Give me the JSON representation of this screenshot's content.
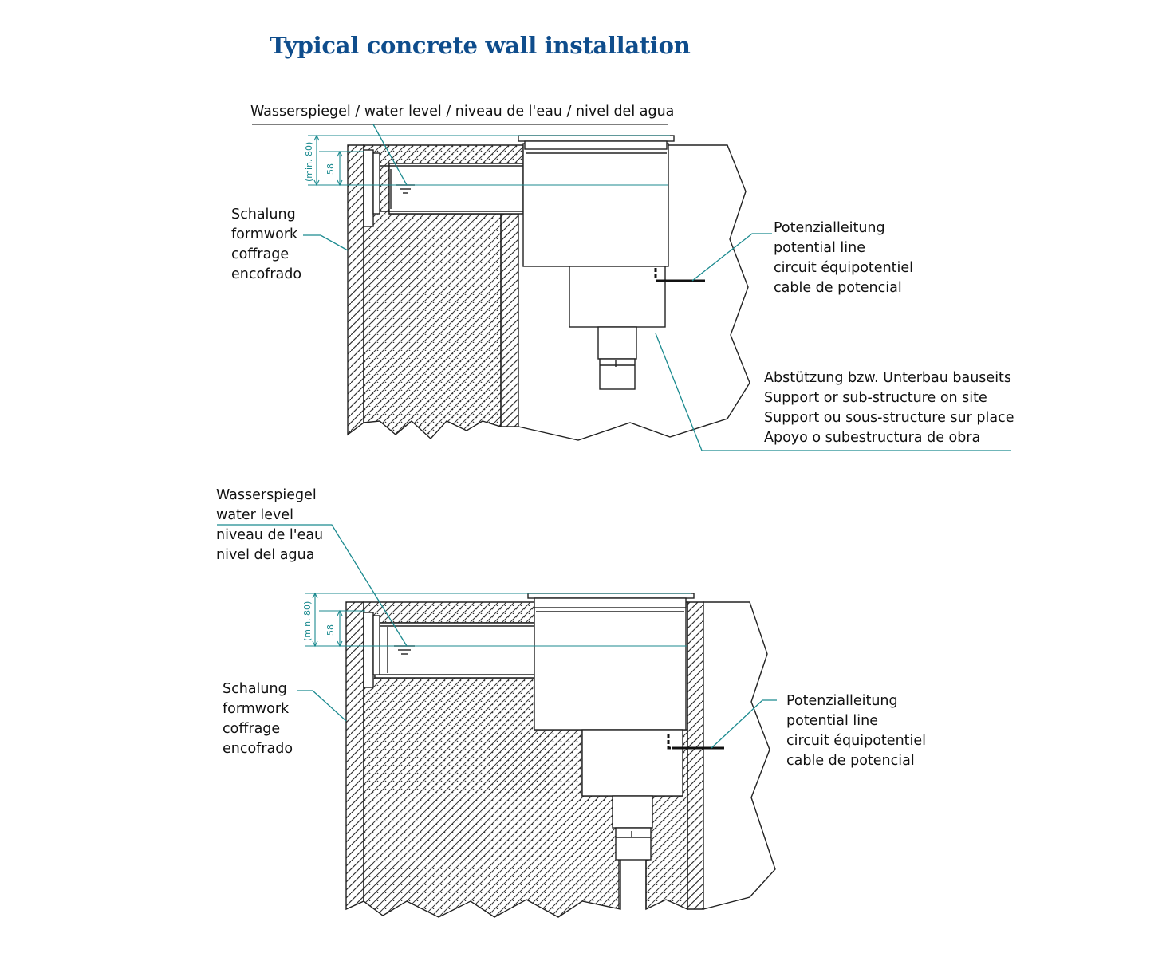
{
  "title": "Typical concrete wall installation",
  "diagram1": {
    "water_level_label": "Wasserspiegel / water level / niveau de l'eau  / nivel del agua",
    "dim_min80": "(min. 80)",
    "dim_58": "58",
    "formwork": [
      "Schalung",
      "formwork",
      "coffrage",
      "encofrado"
    ],
    "potential_line": [
      "Potenzialleitung",
      "potential line",
      "circuit équipotentiel",
      "cable de potencial"
    ],
    "support": [
      "Abstützung bzw. Unterbau bauseits",
      "Support or sub-structure on site",
      "Support ou sous-structure sur place",
      "Apoyo o subestructura de obra"
    ]
  },
  "diagram2": {
    "water_level": [
      "Wasserspiegel",
      "water level",
      "niveau de l'eau",
      "nivel del agua"
    ],
    "dim_min80": "(min. 80)",
    "dim_58": "58",
    "formwork": [
      "Schalung",
      "formwork",
      "coffrage",
      "encofrado"
    ],
    "potential_line": [
      "Potenzialleitung",
      "potential line",
      "circuit équipotentiel",
      "cable de potencial"
    ]
  },
  "colors": {
    "title": "#0f4d8c",
    "leader": "#1b8a8f",
    "line": "#222222"
  }
}
